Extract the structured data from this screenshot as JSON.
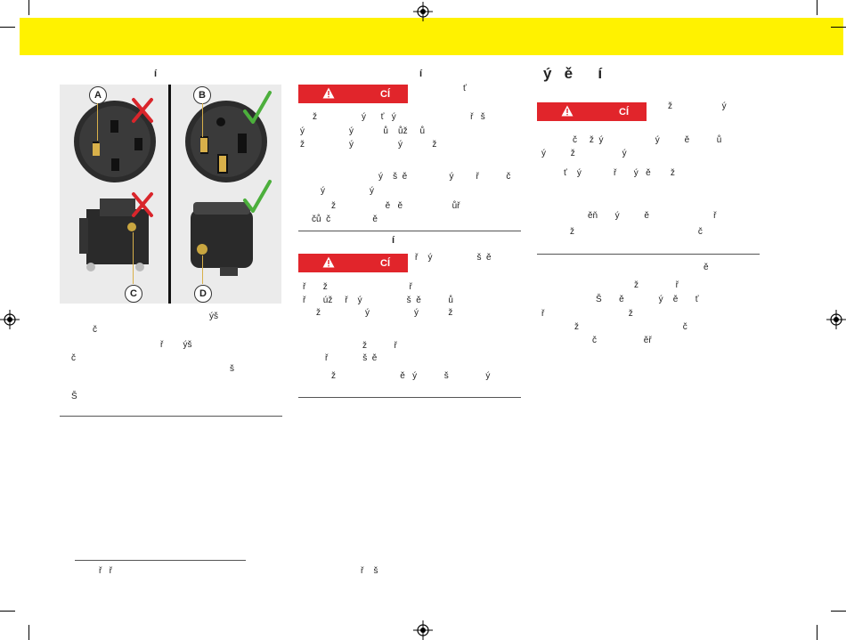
{
  "figure": {
    "labels": {
      "a": "A",
      "b": "B",
      "c": "C",
      "d": "D"
    },
    "colors": {
      "wrong": "#d9252b",
      "right": "#4caf3c",
      "label_bg": "#ffffff"
    },
    "icons": [
      "x-mark-icon",
      "check-mark-icon"
    ]
  },
  "warning_label": "CÍ",
  "col1": {
    "heading": "í",
    "lines": [
      "ýš",
      "č",
      "ř        ýš",
      "č",
      "š",
      "Š"
    ],
    "footnote": "ř   ř"
  },
  "col2": {
    "heading1": "í",
    "heading1_tail": "ť",
    "block1": [
      "ž                  ý      ť   ý                              ř   š",
      "ý                  ý            ů    ůž     ů",
      "ž                  ý                  ý            ž"
    ],
    "block2": [
      "ý    š  ě                 ý         ř           č",
      "ý                  ý"
    ],
    "block3": [
      "ž                    ě   ě                    ůř",
      "čů  č                 ě"
    ],
    "heading2": "í",
    "warn2_tail": "ř    ý                  š  ě",
    "block4": [
      "ř       ž                                 ř",
      "ř       úž     ř    ý                  š  ě           ů",
      "ž                  ý                  ý            ž"
    ],
    "block5": [
      "ž           ř",
      "ř              š  ě"
    ],
    "block6": [
      "ž                          ě   ý           š               ý"
    ],
    "footer_text": "ř    š"
  },
  "col3": {
    "title": "ý   ě      í",
    "warn_tail": "ž                    ý",
    "block1": [
      "č     ž  ý                     ý          ě           ů",
      "ý          ž                   ý"
    ],
    "block2": [
      "ť    ý             ř       ý   ě        ž"
    ],
    "block3": [
      "ěň       ý          ě                          ř",
      "ž                                                  č"
    ],
    "block4": [
      "ě",
      "ž               ř",
      "Š       ě              ý    ě       ť",
      "ř                                  ž",
      "ž                                          č",
      "č                   ěř"
    ]
  }
}
